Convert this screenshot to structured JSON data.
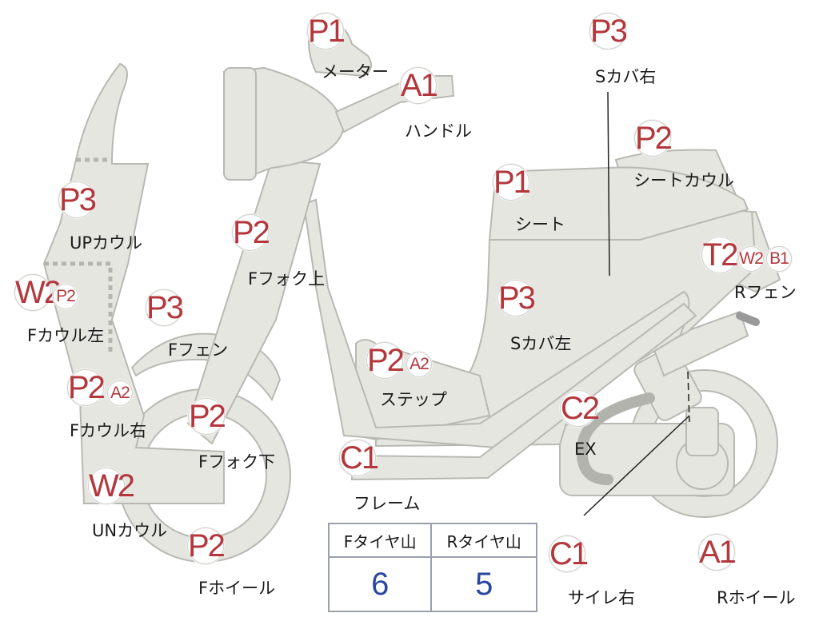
{
  "parts": [
    {
      "id": "meter",
      "code": "P1",
      "name": "メーター"
    },
    {
      "id": "handle",
      "code": "A1",
      "name": "ハンドル"
    },
    {
      "id": "side-cover-right",
      "code": "P3",
      "name": "Sカバ右"
    },
    {
      "id": "seat-cowl",
      "code": "P2",
      "name": "シートカウル"
    },
    {
      "id": "seat",
      "code": "P1",
      "name": "シート"
    },
    {
      "id": "rear-fender",
      "codes": [
        "T2",
        "W2",
        "B1"
      ],
      "name": "Rフェン"
    },
    {
      "id": "up-cowl",
      "code": "P3",
      "name": "UPカウル"
    },
    {
      "id": "front-fork-upper",
      "code": "P2",
      "name": "Fフォク上"
    },
    {
      "id": "front-cowl-left",
      "codes": [
        "W2",
        "P2"
      ],
      "name": "Fカウル左"
    },
    {
      "id": "front-fender",
      "code": "P3",
      "name": "Fフェン"
    },
    {
      "id": "side-cover-left",
      "code": "P3",
      "name": "Sカバ左"
    },
    {
      "id": "step",
      "codes": [
        "P2",
        "A2"
      ],
      "name": "ステップ"
    },
    {
      "id": "front-cowl-right",
      "codes": [
        "P2",
        "A2"
      ],
      "name": "Fカウル右"
    },
    {
      "id": "front-fork-lower",
      "code": "P2",
      "name": "Fフォク下"
    },
    {
      "id": "exhaust",
      "code": "C2",
      "name": "EX"
    },
    {
      "id": "frame",
      "code": "C1",
      "name": "フレーム"
    },
    {
      "id": "under-cowl",
      "code": "W2",
      "name": "UNカウル"
    },
    {
      "id": "front-wheel",
      "code": "P2",
      "name": "Fホイール"
    },
    {
      "id": "muffler-right",
      "code": "C1",
      "name": "サイレ右"
    },
    {
      "id": "rear-wheel",
      "code": "A1",
      "name": "Rホイール"
    }
  ],
  "tread_table": {
    "headers": [
      "Fタイヤ山",
      "Rタイヤ山"
    ],
    "values": [
      "6",
      "5"
    ]
  },
  "colors": {
    "badge_text": "#b3373c",
    "tread_value": "#2a46a0",
    "part_fill": "#e6e6e1"
  }
}
